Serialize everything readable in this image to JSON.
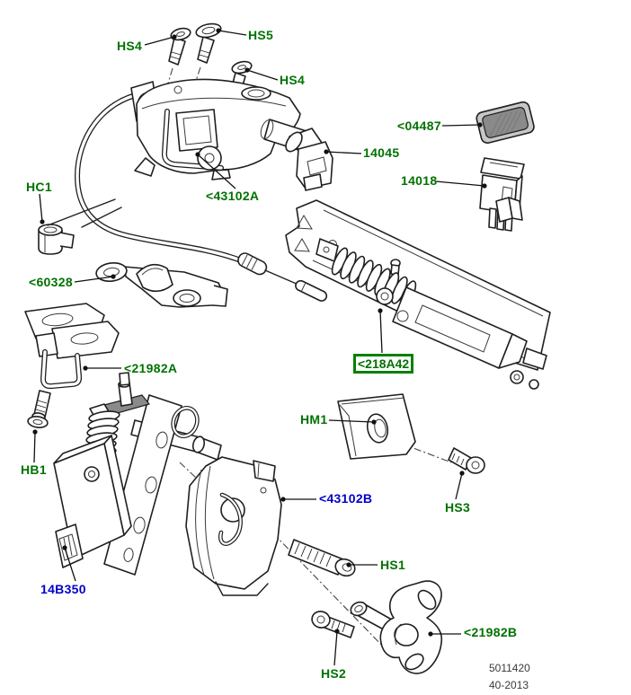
{
  "diagram": {
    "description": "Exploded parts diagram - hood latch, release cable and actuators",
    "footer": {
      "drawing_number": "5011420",
      "issue_date": "40-2013"
    },
    "labels": {
      "hs4_top_left": "HS4",
      "hs5": "HS5",
      "hs4_top_right": "HS4",
      "part_04487": "<04487",
      "part_14045": "14045",
      "part_14018": "14018",
      "hc1": "HC1",
      "part_43102a": "<43102A",
      "part_60328": "<60328",
      "part_218a42": "<218A42",
      "part_21982a": "<21982A",
      "hb1": "HB1",
      "part_14b350": "14B350",
      "hm1": "HM1",
      "part_43102b": "<43102B",
      "hs3": "HS3",
      "hs1": "HS1",
      "hs2": "HS2",
      "part_21982b": "<21982B"
    },
    "colors": {
      "label_green": "#017201",
      "label_blue": "#0000c8",
      "highlight_box_border": "#008000",
      "footer_text": "#3a3a3a",
      "line_art": "#1f1f1f"
    }
  }
}
